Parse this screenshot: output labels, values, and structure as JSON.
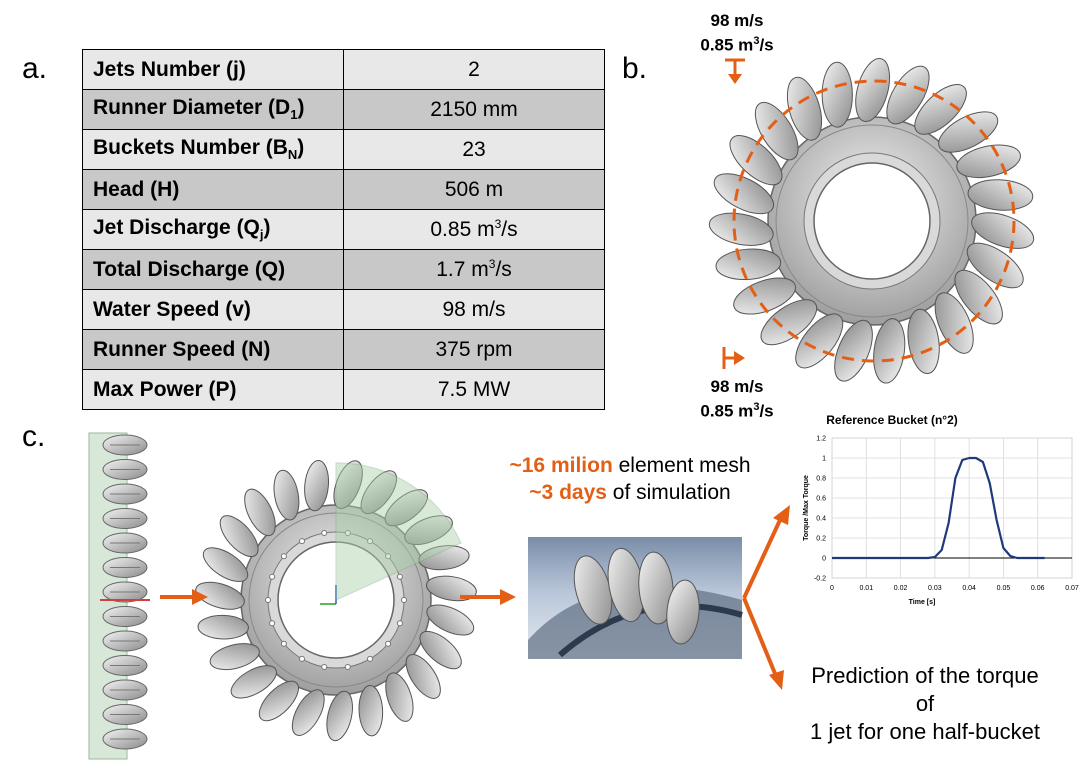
{
  "panels": {
    "a": "a.",
    "b": "b.",
    "c": "c."
  },
  "table": {
    "rows": [
      {
        "name": "Jets Number (j)",
        "value": "2"
      },
      {
        "name": "Runner Diameter (D",
        "sub": "1",
        "suffix": ")",
        "value": "2150 mm"
      },
      {
        "name": "Buckets Number (B",
        "sub": "N",
        "suffix": ")",
        "value": "23"
      },
      {
        "name": "Head (H)",
        "value": "506 m"
      },
      {
        "name": "Jet Discharge (Q",
        "sub": "j",
        "suffix": ")",
        "value": "0.85 m",
        "value_sup": "3",
        "value_suffix": "/s"
      },
      {
        "name": "Total Discharge (Q)",
        "value": "1.7 m",
        "value_sup": "3",
        "value_suffix": "/s"
      },
      {
        "name": "Water Speed (v)",
        "value": "98 m/s"
      },
      {
        "name": "Runner Speed (N)",
        "value": "375 rpm"
      },
      {
        "name": "Max Power (P)",
        "value": "7.5 MW"
      }
    ]
  },
  "jets": {
    "top": {
      "speed": "98 m/s",
      "discharge": "0.85 m",
      "sup": "3",
      "unit": "/s"
    },
    "bottom": {
      "speed": "98 m/s",
      "discharge": "0.85 m",
      "sup": "3",
      "unit": "/s"
    }
  },
  "mesh": {
    "line1_highlight": "~16 milion",
    "line1_rest": " element mesh",
    "line2_highlight": "~3 days",
    "line2_rest": " of simulation"
  },
  "prediction": {
    "line1": "Prediction of the torque of",
    "line2": "1 jet for one half-bucket"
  },
  "colors": {
    "accent": "#e35f16",
    "curve": "#1f3a7a",
    "sector": "#a9d0a9"
  },
  "chart_data": {
    "type": "line",
    "title": "Reference Bucket (n°2)",
    "xlabel": "Time [s]",
    "ylabel": "Torque /Max Torque",
    "xlim": [
      0,
      0.07
    ],
    "ylim": [
      -0.2,
      1.2
    ],
    "xticks": [
      "0",
      "0.01",
      "0.02",
      "0.03",
      "0.04",
      "0.05",
      "0.06",
      "0.07"
    ],
    "yticks": [
      "-0.2",
      "0",
      "0.2",
      "0.4",
      "0.6",
      "0.8",
      "1",
      "1.2"
    ],
    "grid": true,
    "series": [
      {
        "x": [
          0.0,
          0.02,
          0.028,
          0.03,
          0.032,
          0.034,
          0.036,
          0.038,
          0.04,
          0.042,
          0.044,
          0.046,
          0.048,
          0.05,
          0.052,
          0.054,
          0.056,
          0.058,
          0.06,
          0.062
        ],
        "values": [
          0.0,
          0.0,
          0.0,
          0.01,
          0.08,
          0.35,
          0.8,
          0.98,
          1.0,
          1.0,
          0.96,
          0.75,
          0.38,
          0.1,
          0.02,
          0.0,
          0.0,
          0.0,
          0.0,
          0.0
        ]
      }
    ]
  }
}
